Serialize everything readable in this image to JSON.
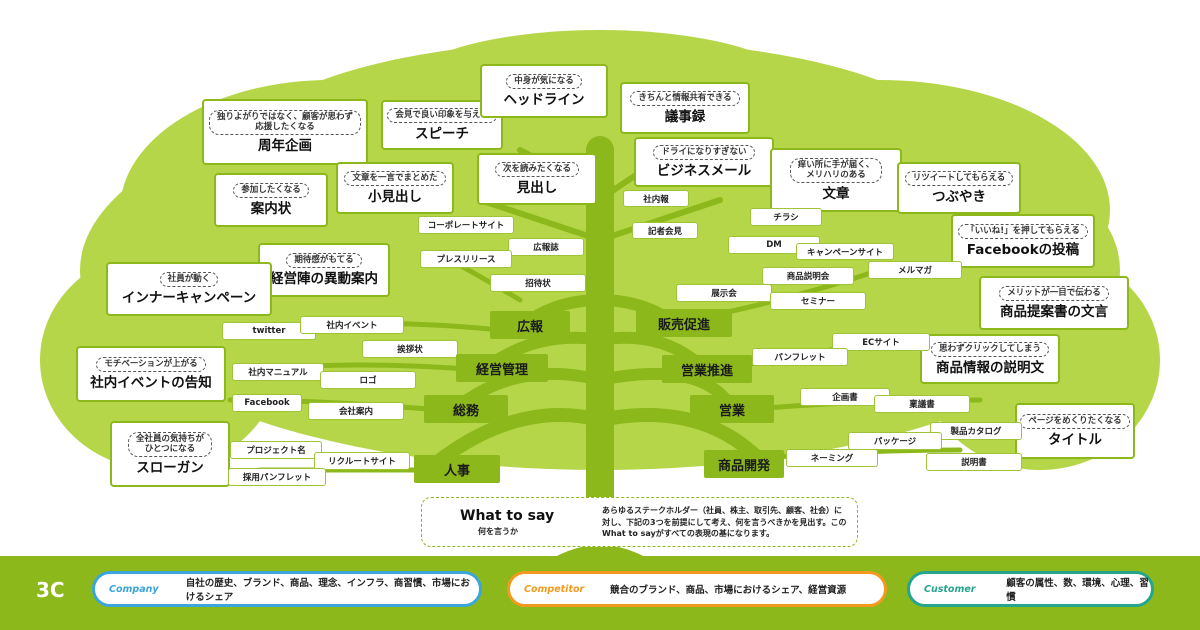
{
  "cards": [
    {
      "id": "shunen",
      "pill": "独りよがりではなく、顧客が思わず\n応援したくなる",
      "title": "周年企画"
    },
    {
      "id": "speech",
      "pill": "会見で良い印象を与える",
      "title": "スピーチ"
    },
    {
      "id": "headline",
      "pill": "中身が気になる",
      "title": "ヘッドライン"
    },
    {
      "id": "gijiroku",
      "pill": "きちんと情報共有できる",
      "title": "議事録"
    },
    {
      "id": "annaijo",
      "pill": "参加したくなる",
      "title": "案内状"
    },
    {
      "id": "komidashi",
      "pill": "文章を一言でまとめた",
      "title": "小見出し"
    },
    {
      "id": "midashi",
      "pill": "次を読みたくなる",
      "title": "見出し"
    },
    {
      "id": "bizmail",
      "pill": "ドライになりすぎない",
      "title": "ビジネスメール"
    },
    {
      "id": "bunsho",
      "pill": "痒い所に手が届く、\nメリハリのある",
      "title": "文章"
    },
    {
      "id": "tsubuyaki",
      "pill": "リツイートしてもらえる",
      "title": "つぶやき"
    },
    {
      "id": "fbpost",
      "pill": "「いいね!」を押してもらえる",
      "title": "Facebookの投稿"
    },
    {
      "id": "ikido",
      "pill": "期待感がもてる",
      "title": "経営陣の異動案内"
    },
    {
      "id": "inner",
      "pill": "社員が動く",
      "title": "インナーキャンペーン"
    },
    {
      "id": "proposal",
      "pill": "メリットが一目で伝わる",
      "title": "商品提案書の文言"
    },
    {
      "id": "eventnotice",
      "pill": "モチベーションが上がる",
      "title": "社内イベントの告知"
    },
    {
      "id": "productinfo",
      "pill": "思わずクリックしてしまう",
      "title": "商品情報の説明文"
    },
    {
      "id": "slogan",
      "pill": "全社員の気持ちが\nひとつになる",
      "title": "スローガン"
    },
    {
      "id": "title",
      "pill": "ページをめくりたくなる",
      "title": "タイトル"
    }
  ],
  "small_labels": {
    "corporate_site": "コーポレートサイト",
    "shanaiho": "社内報",
    "kishakaiken": "記者会見",
    "chirashi": "チラシ",
    "kohoshi": "広報誌",
    "pressrelease": "プレスリリース",
    "dm": "DM",
    "campaignsite": "キャンペーンサイト",
    "merumaga": "メルマガ",
    "shotaijo": "招待状",
    "shohin_setsumeikai": "商品説明会",
    "tenjikai": "展示会",
    "seminar": "セミナー",
    "twitter": "twitter",
    "shanai_event": "社内イベント",
    "aisatsujo": "挨拶状",
    "ec_site": "ECサイト",
    "pamphlet": "パンフレット",
    "shanai_manual": "社内マニュアル",
    "logo": "ロゴ",
    "facebook": "Facebook",
    "kaisha_annai": "会社案内",
    "kikakusho": "企画書",
    "teianisho": "稟議書",
    "seihin_catalog": "製品カタログ",
    "project_name": "プロジェクト名",
    "package": "パッケージ",
    "recruit_site": "リクルートサイト",
    "naming": "ネーミング",
    "setsumeisho": "説明書",
    "saiyo_pamphlet": "採用パンフレット"
  },
  "departments": {
    "koho": "広報",
    "hanbai": "販売促進",
    "keiei": "経営管理",
    "eigyo_suishin": "営業推進",
    "somu": "総務",
    "eigyo": "営業",
    "jinji": "人事",
    "shohin_kaihatsu": "商品開発"
  },
  "what_to_say": {
    "title": "What to say",
    "subtitle": "何を言うか",
    "description": "あらゆるステークホルダー（社員、株主、取引先、顧客、社会）に対し、下記の3つを前提にして考え、何を言うべきかを見出す。このWhat to sayがすべての表現の基になります。"
  },
  "footer": {
    "logo": "3C",
    "company": {
      "tag": "Company",
      "desc": "自社の歴史、ブランド、商品、理念、インフラ、商習慣、市場におけるシェア",
      "color": "#3aa6d9"
    },
    "competitor": {
      "tag": "Competitor",
      "desc": "競合のブランド、商品、市場におけるシェア、経営資源",
      "color": "#f39a1e"
    },
    "customer": {
      "tag": "Customer",
      "desc": "顧客の属性、数、環境、心理、習慣",
      "color": "#25a58e"
    }
  },
  "colors": {
    "tree_green": "#8cb81b",
    "leaf_green": "#b6d64a"
  }
}
